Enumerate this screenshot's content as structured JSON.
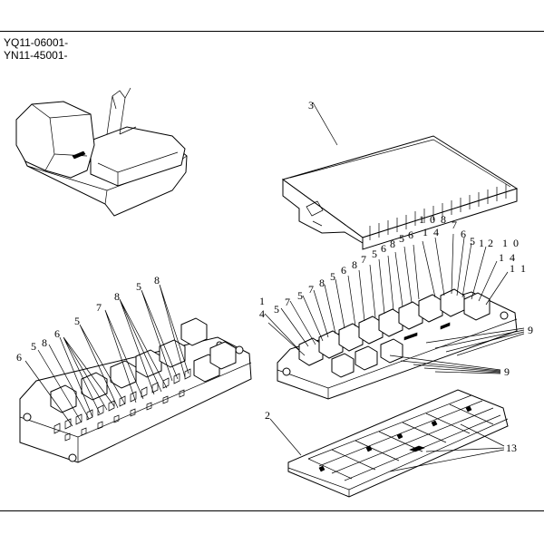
{
  "header": {
    "serial_ranges": [
      "YQ11-06001-",
      "YN11-45001-"
    ]
  },
  "callouts": {
    "cover": "3",
    "base": "2",
    "left_assembly": [
      "6",
      "5",
      "8",
      "6",
      "5",
      "7",
      "8",
      "5",
      "8"
    ],
    "right_assembly_left": [
      "1",
      "4",
      "5",
      "7",
      "5",
      "7",
      "8",
      "5",
      "6",
      "8",
      "7",
      "5",
      "6",
      "8",
      "5",
      "6"
    ],
    "right_assembly_top_stacked": [
      "1",
      "0",
      "8",
      "1",
      "4",
      "7",
      "6",
      "5",
      "1",
      "2",
      "1",
      "0",
      "1",
      "4",
      "1",
      "1"
    ],
    "fuse_label": "9",
    "relay_label": "13"
  }
}
